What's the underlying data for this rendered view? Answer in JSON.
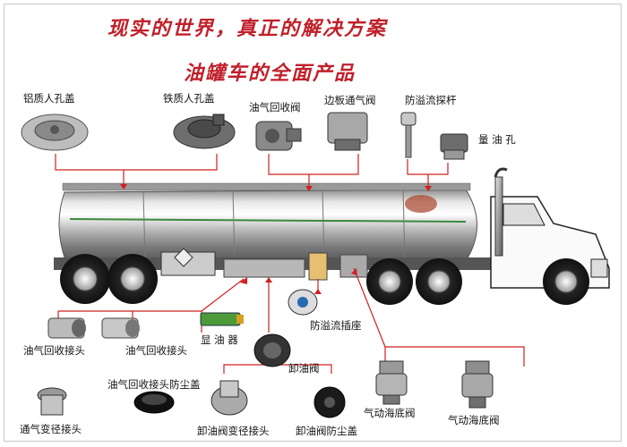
{
  "header": {
    "title_line1": "现实的世界，真正的解决方案",
    "title_line2": "油罐车的全面产品"
  },
  "top_components": [
    {
      "label": "铝质人孔盖"
    },
    {
      "label": "铁质人孔盖"
    },
    {
      "label": "油气回收阀"
    },
    {
      "label": "边板通气阀"
    },
    {
      "label": "防溢流探杆"
    },
    {
      "label": "量 油 孔"
    }
  ],
  "bottom_components": [
    {
      "label": "油气回收接头"
    },
    {
      "label": "油气回收接头"
    },
    {
      "label": "显 油 器"
    },
    {
      "label": "防溢流插座"
    },
    {
      "label": "卸油阀"
    },
    {
      "label": "油气回收接头防尘盖"
    },
    {
      "label": "通气变径接头"
    },
    {
      "label": "卸油阀变径接头"
    },
    {
      "label": "卸油阀防尘盖"
    },
    {
      "label": "气动海底阀"
    },
    {
      "label": "气动海底阀"
    }
  ],
  "colors": {
    "title": "#c0202a",
    "connector": "#d02020",
    "frame": "#c8c8c8"
  }
}
